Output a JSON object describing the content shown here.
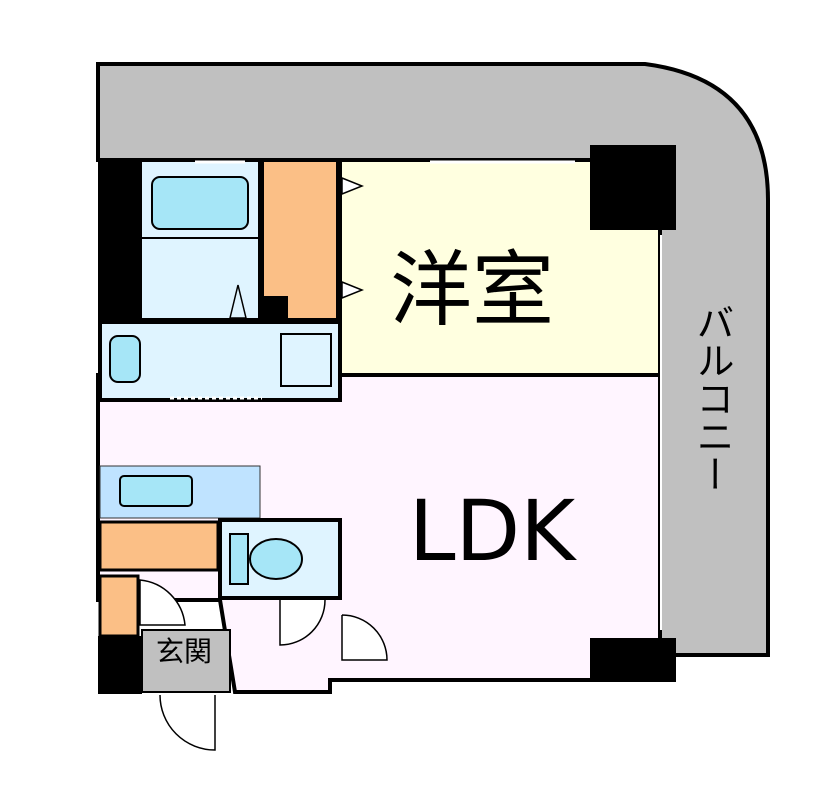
{
  "rooms": {
    "western_room": "洋室",
    "ldk": "LDK",
    "entrance": "玄関",
    "balcony": "バルコニー"
  },
  "colors": {
    "balcony": "#c0c0c0",
    "western_room": "#ffffe0",
    "ldk": "#fff5ff",
    "storage": "#fbbf86",
    "wet_area": "#dff4ff",
    "fixture": "#a6e6f7",
    "kitchen": "#bfe3ff",
    "entrance": "#c0c0c0",
    "wall": "#000000"
  }
}
